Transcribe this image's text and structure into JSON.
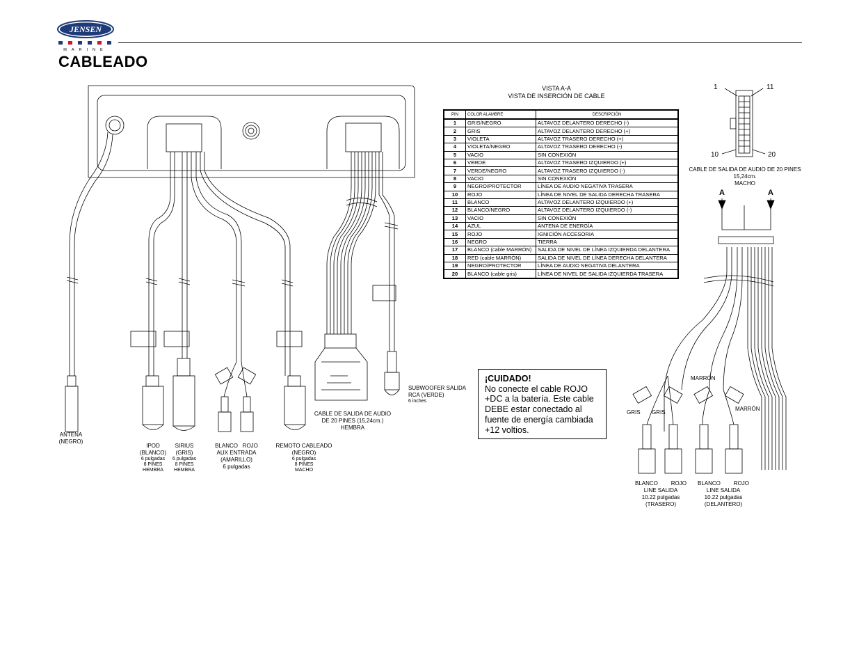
{
  "header": {
    "brand": "JENSEN",
    "brand_sub": "MARINE",
    "title": "CABLEADO"
  },
  "view": {
    "title_line1": "VISTA A-A",
    "title_line2": "VISTA DE INSERCIÓN DE CABLE"
  },
  "pin_table": {
    "headers": [
      "PIN",
      "COLOR ALAMBRE",
      "DESCRIPCIÓN"
    ],
    "rows": [
      {
        "pin": "1",
        "color": "GRIS/NEGRO",
        "desc": "ALTAVOZ DELANTERO DERECHO (-)"
      },
      {
        "pin": "2",
        "color": "GRIS",
        "desc": "ALTAVOZ DELANTERO DERECHO (+)"
      },
      {
        "pin": "3",
        "color": "VIOLETA",
        "desc": "ALTAVOZ TRASERO DERECHO (+)"
      },
      {
        "pin": "4",
        "color": "VIOLETA/NEGRO",
        "desc": "ALTAVOZ TRASERO DERECHO (-)"
      },
      {
        "pin": "5",
        "color": "VACIO",
        "desc": "SIN CONEXIÓN"
      },
      {
        "pin": "6",
        "color": "VERDE",
        "desc": "ALTAVOZ TRASERO IZQUIERDO (+)"
      },
      {
        "pin": "7",
        "color": "VERDE/NEGRO",
        "desc": "ALTAVOZ TRASERO IZQUIERDO (-)"
      },
      {
        "pin": "8",
        "color": "VACIO",
        "desc": "SIN CONEXIÓN"
      },
      {
        "pin": "9",
        "color": "NEGRO/PROTECTOR",
        "desc": "LÍNEA DE AUDIO NEGATIVA TRASERA"
      },
      {
        "pin": "10",
        "color": "ROJO",
        "desc": "LÍNEA DE NIVEL DE SALIDA DERECHA TRASERA"
      },
      {
        "pin": "11",
        "color": "BLANCO",
        "desc": "ALTAVOZ DELANTERO IZQUIERDO (+)"
      },
      {
        "pin": "12",
        "color": "BLANCO/NEGRO",
        "desc": "ALTAVOZ DELANTERO IZQUIERDO (-)"
      },
      {
        "pin": "13",
        "color": "VACIO",
        "desc": "SIN CONEXIÓN"
      },
      {
        "pin": "14",
        "color": "AZUL",
        "desc": "ANTENA DE ENERGÍA"
      },
      {
        "pin": "15",
        "color": "ROJO",
        "desc": "IGNICIÓN ACCESORIA"
      },
      {
        "pin": "16",
        "color": "NEGRO",
        "desc": "TIERRA"
      },
      {
        "pin": "17",
        "color": "BLANCO (cable MARRÓN)",
        "desc": "SALIDA DE NIVEL DE LÍNEA IZQUIERDA DELANTERA"
      },
      {
        "pin": "18",
        "color": "RED (cable MARRÓN)",
        "desc": "SALIDA DE NIVEL DE LÍNEA DERECHA DELANTERA"
      },
      {
        "pin": "19",
        "color": "NEGRO/PROTECTOR",
        "desc": "LÍNEA DE AUDIO NEGATIVA DELANTERA"
      },
      {
        "pin": "20",
        "color": "BLANCO (cable gris)",
        "desc": "LÍNEA DE NIVEL DE SALIDA IZQUIERDA TRASERA"
      }
    ]
  },
  "connector20": {
    "pin1": "1",
    "pin11": "11",
    "pin10": "10",
    "pin20": "20",
    "caption_l1": "CABLE DE SALIDA DE AUDIO DE 20 PINES",
    "caption_l2": "15,24cm.",
    "caption_l3": "MACHO",
    "marker_a": "A"
  },
  "labels": {
    "antena": [
      "ANTENA",
      "(NEGRO)"
    ],
    "ipod": [
      "IPOD",
      "(BLANCO)",
      "6 pulgadas",
      "8 PINES",
      "HEMBRA"
    ],
    "sirius": [
      "SIRIUS",
      "(GRIS)",
      "6 pulgadas",
      "8 PINES",
      "HEMBRA"
    ],
    "aux": [
      "BLANCO   ROJO",
      "AUX ENTRADA",
      "(AMARILLO)",
      "6 pulgadas"
    ],
    "remote": [
      "REMOTO CABLEADO",
      "(NEGRO)",
      "6 pulgadas",
      "8 PINES",
      "MACHO"
    ],
    "audio_cable": [
      "CABLE DE SALIDA DE AUDIO",
      "DE 20 PINES (15,24cm.)",
      "HEMBRA"
    ],
    "sub": [
      "SUBWOOFER SALIDA",
      "RCA (VERDE)",
      "6 inches"
    ],
    "gris": "GRIS",
    "marron": "MARRÓN",
    "line_rear": [
      "BLANCO",
      "ROJO",
      "LINE SALIDA",
      "10.22 pulgadas",
      "(TRASERO)"
    ],
    "line_front": [
      "BLANCO",
      "ROJO",
      "LINE SALIDA",
      "10.22 pulgadas",
      "(DELANTERO)"
    ]
  },
  "caution": {
    "heading": "¡CUIDADO!",
    "lines": [
      "No conecte el cable ROJO",
      "+DC a la batería. Este cable",
      "DEBE estar conectado al",
      "fuente de energía cambiada",
      "+12 voltios."
    ]
  }
}
